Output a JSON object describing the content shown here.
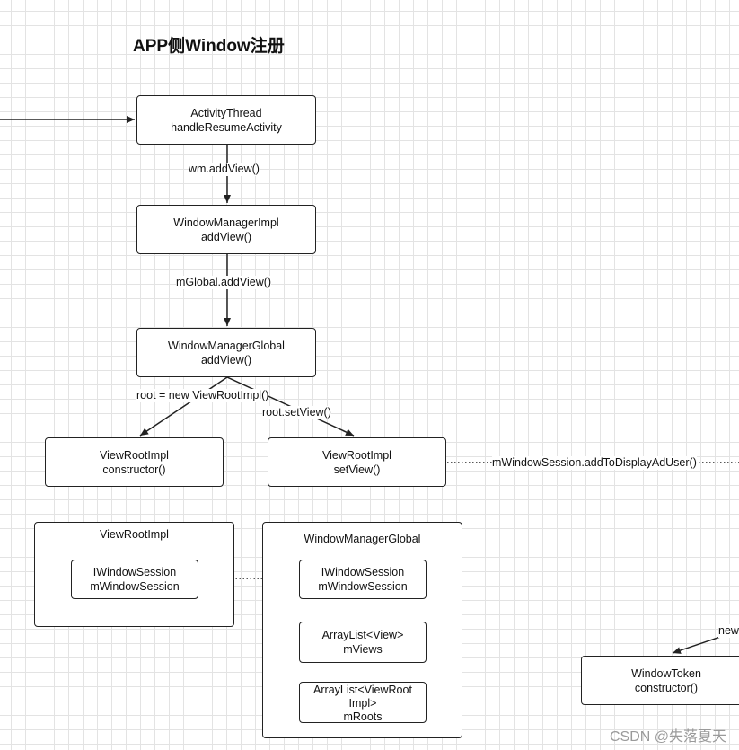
{
  "title": "APP侧Window注册",
  "nodes": {
    "activity_thread": {
      "line1": "ActivityThread",
      "line2": "handleResumeActivity"
    },
    "window_manager_impl": {
      "line1": "WindowManagerImpl",
      "line2": "addView()"
    },
    "window_manager_global": {
      "line1": "WindowManagerGlobal",
      "line2": "addView()"
    },
    "view_root_impl_constructor": {
      "line1": "ViewRootImpl",
      "line2": "constructor()"
    },
    "view_root_impl_setview": {
      "line1": "ViewRootImpl",
      "line2": "setView()"
    },
    "window_token": {
      "line1": "WindowToken",
      "line2": "constructor()"
    }
  },
  "edges": {
    "wm_add_view": "wm.addView()",
    "mglobal_add_view": "mGlobal.addView()",
    "new_view_root_impl": "root = new ViewRootImpl()",
    "root_set_view": "root.setView()",
    "add_to_display": "mWindowSession.addToDisplayAdUser()",
    "new_partial": "new"
  },
  "containers": {
    "view_root_impl": {
      "title": "ViewRootImpl",
      "field": {
        "line1": "IWindowSession",
        "line2": "mWindowSession"
      }
    },
    "window_manager_global": {
      "title": "WindowManagerGlobal",
      "fields": [
        {
          "line1": "IWindowSession",
          "line2": "mWindowSession"
        },
        {
          "line1": "ArrayList<View>",
          "line2": "mViews"
        },
        {
          "line1": "ArrayList<ViewRoot",
          "line2": "Impl>",
          "line3": "mRoots"
        }
      ]
    }
  },
  "watermark": "CSDN @失落夏天"
}
